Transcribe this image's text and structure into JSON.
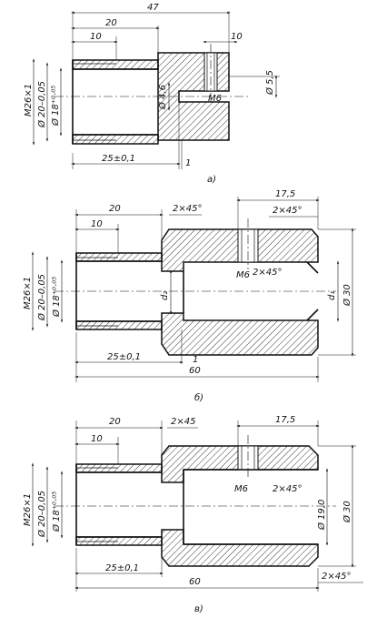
{
  "figures": [
    {
      "caption": "a)",
      "dims": {
        "overall": "47",
        "collar": "20",
        "thread_len": "10",
        "hole_offset": "10",
        "thread_dia": "M26×1",
        "outer_dia": "Ø 20–0,05",
        "bore_dia": "Ø 18⁺⁰·⁰⁵",
        "side_hole": "Ø 5,5",
        "small_hole": "Ø 4,6",
        "tap": "M6",
        "seat_len": "25±0,1",
        "gap": "1"
      }
    },
    {
      "caption": "б)",
      "dims": {
        "collar": "20",
        "thread_len": "10",
        "chamfer1": "2×45°",
        "hole_pos": "17,5",
        "chamfer2": "2×45°",
        "chamfer3": "2×45°",
        "thread_dia": "M26×1",
        "outer_dia": "Ø 20–0,05",
        "bore_dia": "Ø 18⁺⁰·⁰⁵",
        "d2": "d₂",
        "d1": "d₁",
        "body_dia": "Ø 30",
        "tap": "M6",
        "seat_len": "25±0,1",
        "gap": "1",
        "overall": "60"
      }
    },
    {
      "caption": "в)",
      "dims": {
        "collar": "20",
        "thread_len": "10",
        "chamfer1": "2×45",
        "hole_pos": "17,5",
        "thread_dia": "M26×1",
        "outer_dia": "Ø 20–0,05",
        "bore_dia": "Ø 18⁺⁰·⁰⁵",
        "tap": "M6",
        "chamfer2": "2×45°",
        "inner_dia": "Ø 19,0",
        "body_dia": "Ø 30",
        "seat_len": "25±0,1",
        "overall": "60",
        "chamfer3": "2×45°"
      }
    }
  ]
}
